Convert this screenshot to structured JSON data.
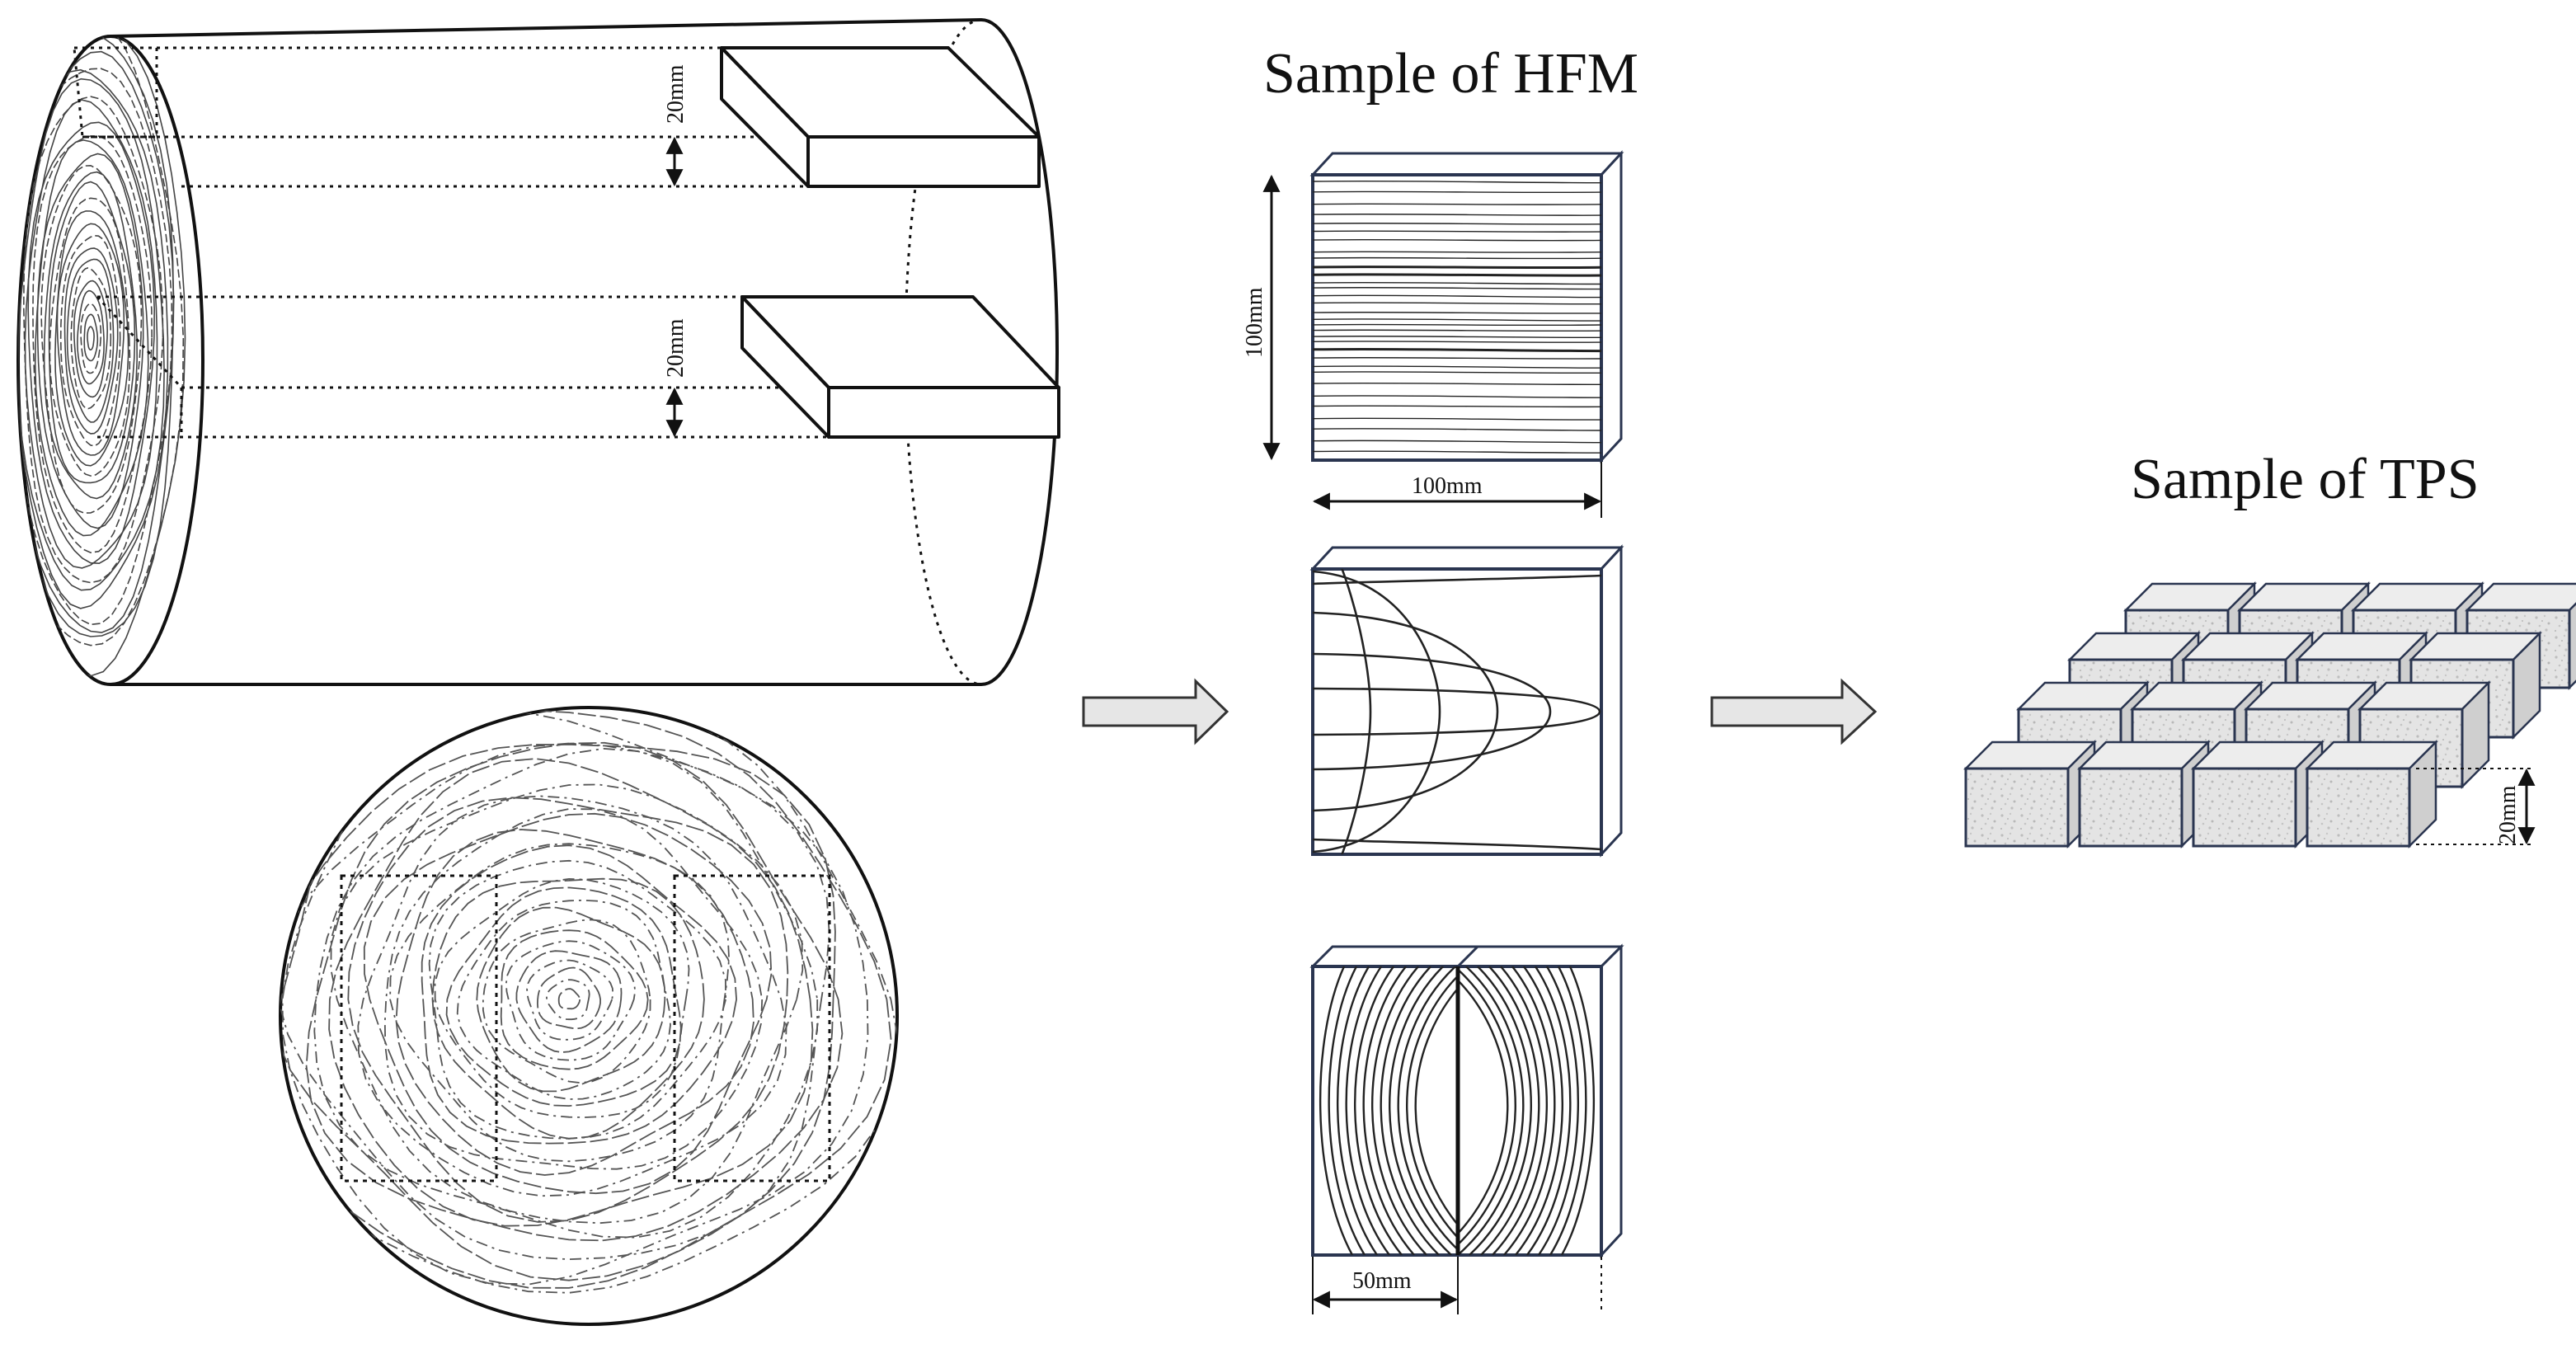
{
  "titles": {
    "hfm": "Sample of HFM",
    "tps": "Sample of TPS"
  },
  "dimensions": {
    "log_slab_top": "20mm",
    "log_slab_middle": "20mm",
    "hfm_height": "100mm",
    "hfm_width": "100mm",
    "split_width": "50mm",
    "tps_cube": "20mm"
  },
  "colors": {
    "stroke": "#111111",
    "edge_blue": "#2a3550",
    "arrow_fill": "#e6e6e6",
    "cube_face": "#e3e3e3",
    "cube_side": "#cfcfcf"
  },
  "icons": {
    "flow_arrow": "right-block-arrow-icon"
  }
}
